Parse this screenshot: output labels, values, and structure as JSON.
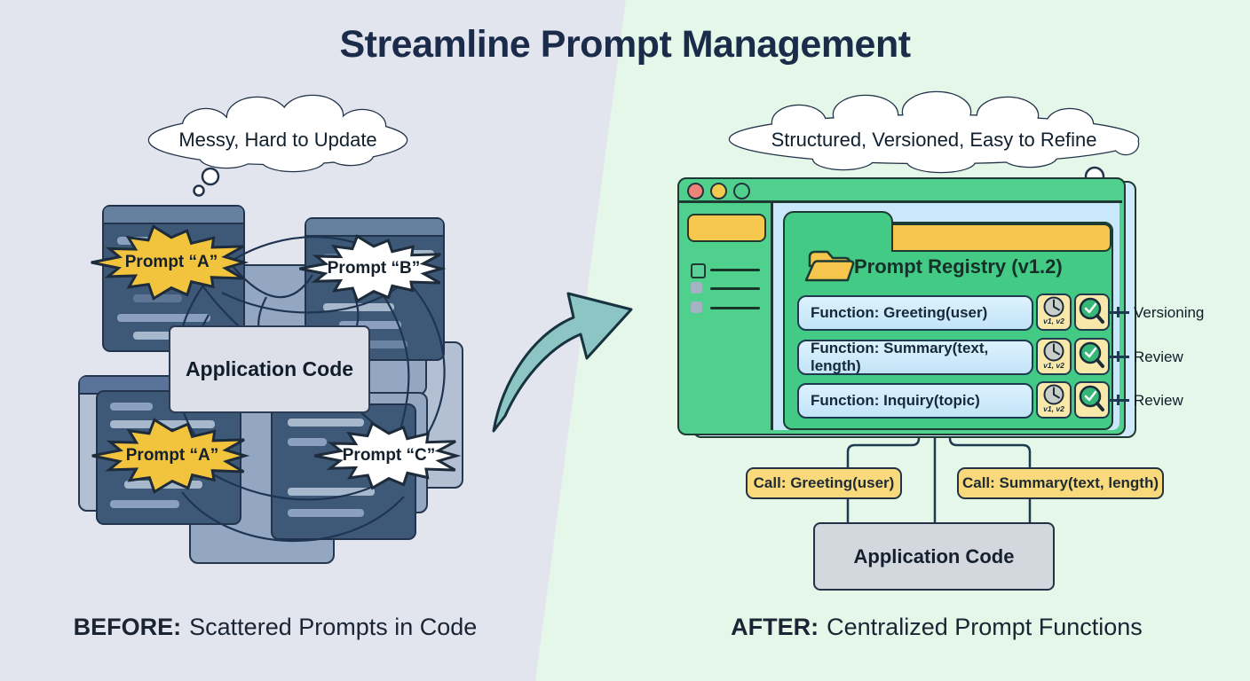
{
  "title": "Streamline Prompt Management",
  "before": {
    "thought": "Messy, Hard to Update",
    "prompt_a1": "Prompt “A”",
    "prompt_b": "Prompt “B”",
    "prompt_a2": "Prompt “A”",
    "prompt_c": "Prompt “C”",
    "app_box": "Application Code",
    "caption_label": "BEFORE:",
    "caption_text": "Scattered Prompts in Code"
  },
  "after": {
    "thought": "Structured, Versioned, Easy to Refine",
    "registry_title": "Prompt Registry (v1.2)",
    "functions": [
      {
        "label": "Function: Greeting(user)",
        "versions": "v1, v2",
        "annotation": "Versioning"
      },
      {
        "label": "Function: Summary(text, length)",
        "versions": "v1, v2",
        "annotation": "Review"
      },
      {
        "label": "Function: Inquiry(topic)",
        "versions": "v1, v2",
        "annotation": "Review"
      }
    ],
    "calls": [
      "Call: Greeting(user)",
      "Call: Summary(text, length)"
    ],
    "app_box": "Application Code",
    "caption_label": "AFTER:",
    "caption_text": "Centralized Prompt Functions"
  },
  "colors": {
    "accent_green": "#4fd08d",
    "accent_yellow": "#f5c54d",
    "panel_navy": "#3e5878",
    "arrow_teal": "#8cc5c3"
  }
}
